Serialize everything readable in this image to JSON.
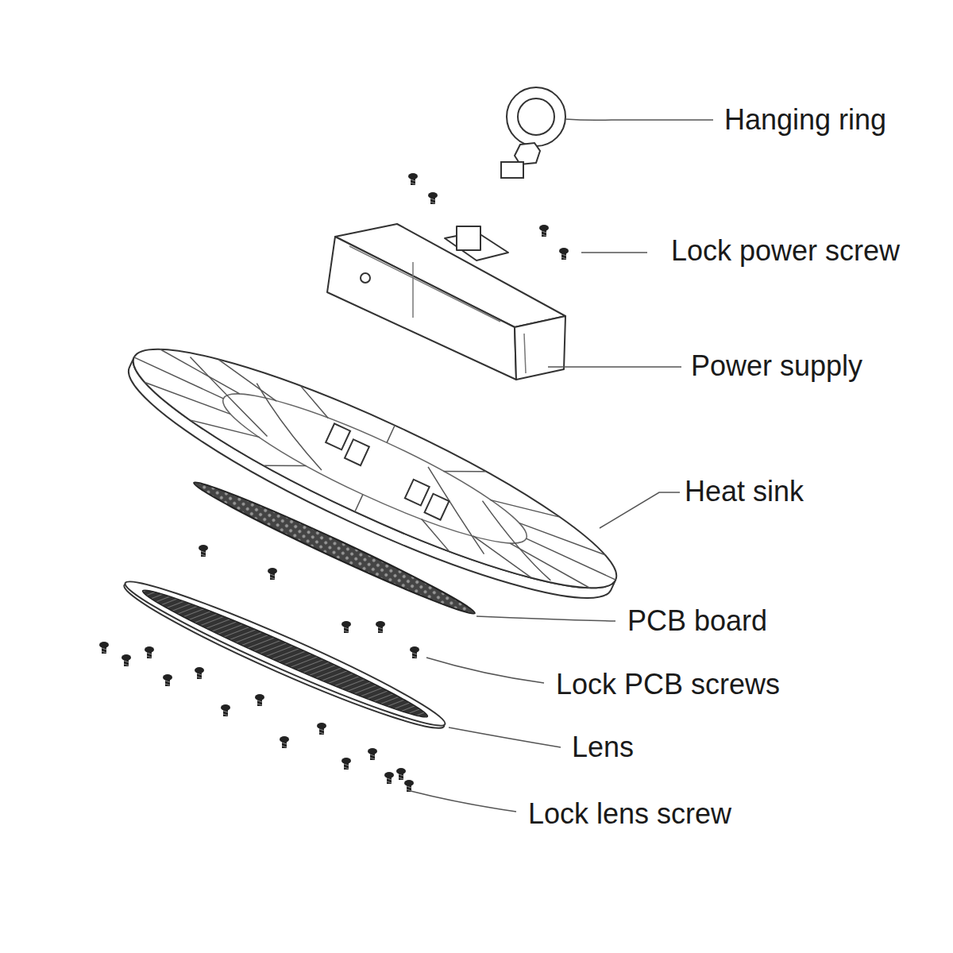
{
  "diagram": {
    "labels": [
      "Hanging ring",
      "Lock power screw",
      "Power supply",
      "Heat sink",
      "PCB board",
      "Lock PCB screws",
      "Lens",
      "Lock lens screw"
    ]
  }
}
